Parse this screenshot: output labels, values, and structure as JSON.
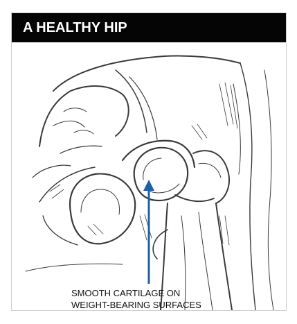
{
  "title": "A HEALTHY HIP",
  "caption": {
    "line1": "SMOOTH CARTILAGE ON",
    "line2": "WEIGHT-BEARING SURFACES"
  },
  "colors": {
    "title_bg": "#050505",
    "title_text": "#ffffff",
    "arrow": "#1f5fa8",
    "sketch": "#3a3a3a"
  }
}
